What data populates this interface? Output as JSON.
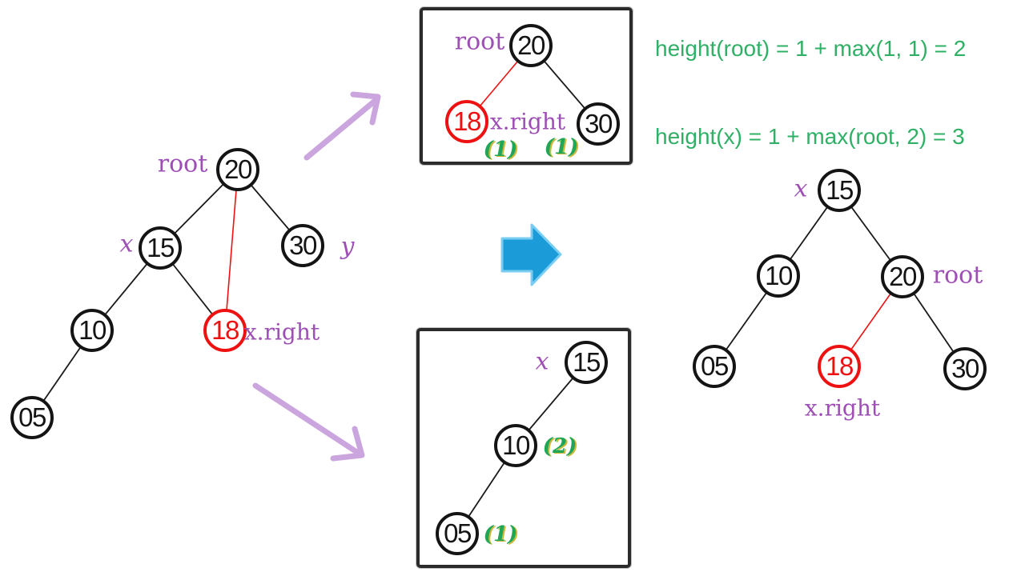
{
  "colors": {
    "purple_label": "#9e4fb5",
    "green_text": "#2fb066",
    "red_highlight": "#ee1111",
    "blue_arrow": "#1b9bd8",
    "lilac_arrow": "#cba5de",
    "node_stroke": "#141414"
  },
  "left_tree": {
    "root_label": "root",
    "x_label": "x",
    "y_label": "y",
    "xright_label": "x.right",
    "n20": "20",
    "n15": "15",
    "n30": "30",
    "n10": "10",
    "n18": "18",
    "n05": "05"
  },
  "top_box": {
    "root_label": "root",
    "xright_label": "x.right",
    "n20": "20",
    "n18": "18",
    "n30": "30",
    "h_n18": "(1)",
    "h_n30": "(1)"
  },
  "bottom_box": {
    "x_label": "x",
    "n15": "15",
    "n10": "10",
    "n05": "05",
    "h_n10": "(2)",
    "h_n05": "(1)"
  },
  "right_tree": {
    "x_label": "x",
    "root_label": "root",
    "xright_label": "x.right",
    "n15": "15",
    "n10": "10",
    "n20": "20",
    "n05": "05",
    "n18": "18",
    "n30": "30"
  },
  "formulas": {
    "height_root": "height(root) = 1 + max(1, 1) = 2",
    "height_x": "height(x) = 1 + max(root, 2) = 3"
  }
}
